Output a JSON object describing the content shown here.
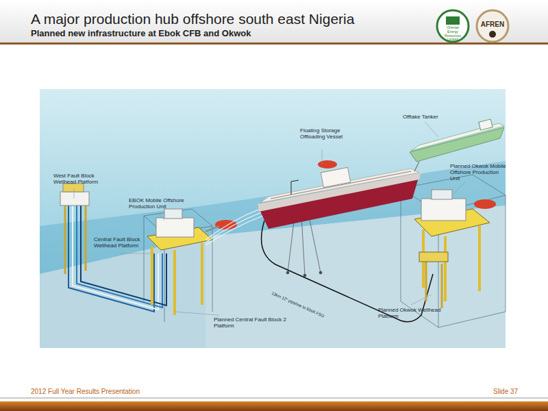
{
  "diagram": {
    "title": "A major production hub offshore south east Nigeria",
    "labels": [
      "Planned new infrastructure at Ebok CFB and Okwok",
      "Oriental Energy Resources Limited",
      "AFREN",
      "Floating Storage Offloading Vessel",
      "Offtake Tanker",
      "West Fault Block Wellhead Platform",
      "EBOK Mobile Offshore Production Unit",
      "Planned Okwok Mobile Offshore Production Unit",
      "Central Fault Block Wellhead Platform",
      "13km 12\" pipeline to Ebok FSO",
      "Planned Okwok Wellhead Platform",
      "Planned Central Fault Block 2 Platform",
      "2012 Full Year Results Presentation",
      "Slide 37"
    ]
  }
}
